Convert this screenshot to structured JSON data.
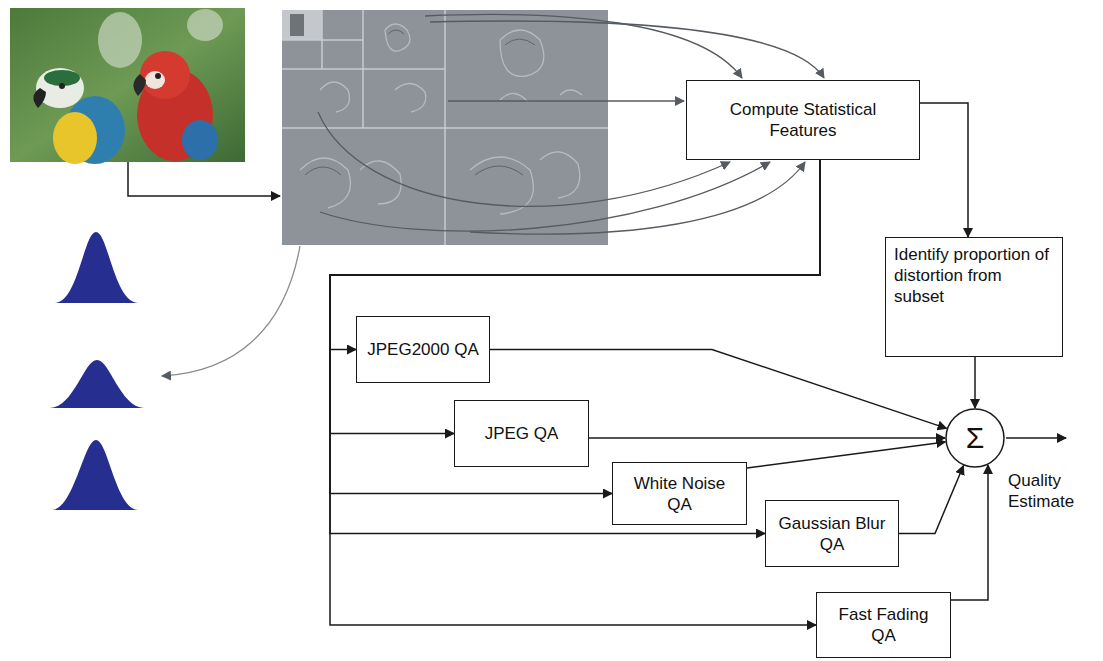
{
  "diagram": {
    "nodes": [
      {
        "text": [
          "Compute Statistical Features"
        ]
      },
      {
        "text": [
          "Identify proportion of distortion from subset"
        ]
      },
      {
        "text": [
          "JPEG2000 QA"
        ]
      },
      {
        "text": [
          "JPEG QA"
        ]
      },
      {
        "text": [
          "White Noise QA"
        ]
      },
      {
        "text": [
          "Gaussian Blur QA"
        ]
      },
      {
        "text": [
          "Fast Fading QA"
        ]
      },
      {
        "text": [
          "Σ"
        ]
      }
    ],
    "edges": [
      {
        "from": 0,
        "to": 1,
        "arrow": "to"
      },
      {
        "from": 0,
        "to": 2,
        "arrow": "to"
      },
      {
        "from": 0,
        "to": 3,
        "arrow": "to"
      },
      {
        "from": 0,
        "to": 4,
        "arrow": "to"
      },
      {
        "from": 0,
        "to": 5,
        "arrow": "to"
      },
      {
        "from": 0,
        "to": 6,
        "arrow": "to"
      },
      {
        "from": 2,
        "to": 7,
        "arrow": "to"
      },
      {
        "from": 3,
        "to": 7,
        "arrow": "to"
      },
      {
        "from": 4,
        "to": 7,
        "arrow": "to"
      },
      {
        "from": 5,
        "to": 7,
        "arrow": "to"
      },
      {
        "from": 6,
        "to": 7,
        "arrow": "to"
      },
      {
        "from": 1,
        "to": 7,
        "arrow": "to"
      }
    ],
    "labels": [
      "Quality Estimate"
    ]
  }
}
